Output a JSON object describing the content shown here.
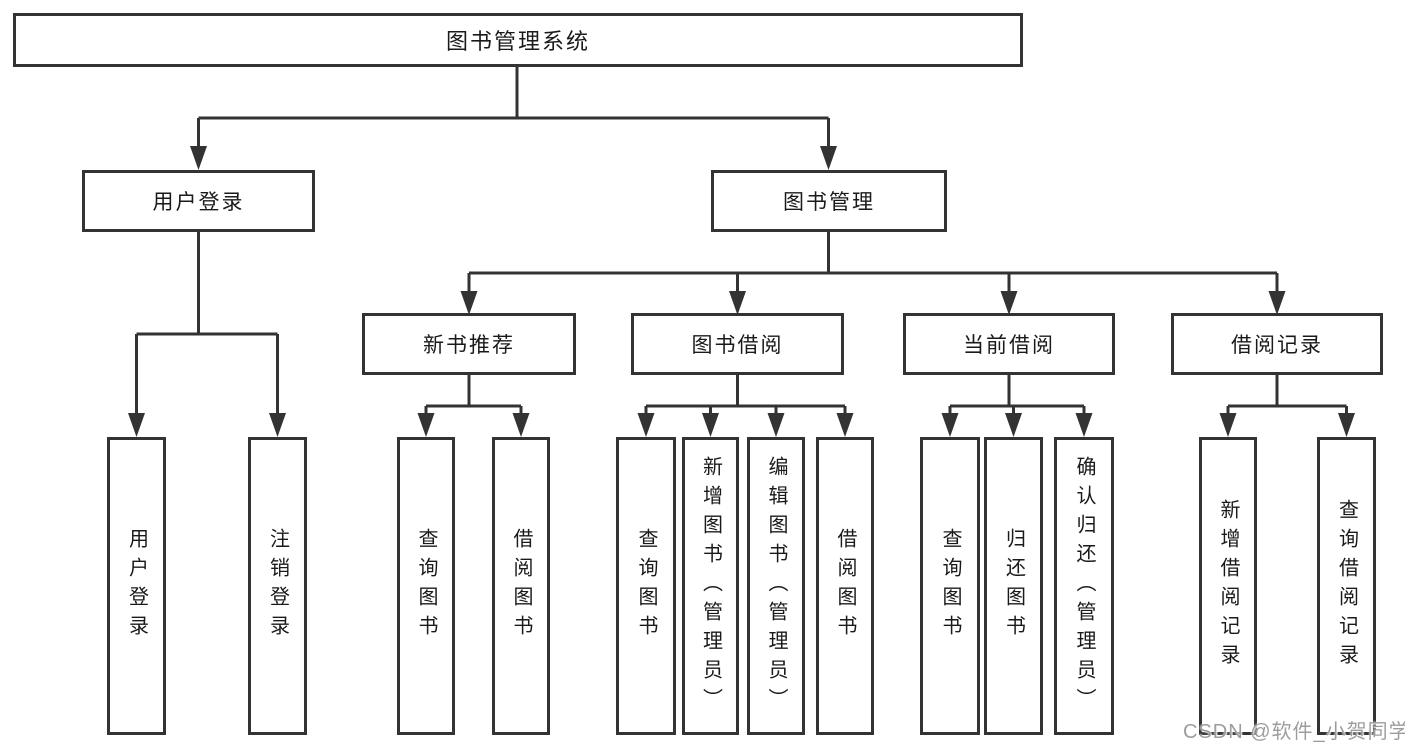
{
  "diagram": {
    "root": {
      "label": "图书管理系统"
    },
    "branches": [
      {
        "label": "用户登录",
        "children": [
          {
            "label": "用户登录"
          },
          {
            "label": "注销登录"
          }
        ]
      },
      {
        "label": "图书管理",
        "children": [
          {
            "label": "新书推荐",
            "children": [
              {
                "label": "查询图书"
              },
              {
                "label": "借阅图书"
              }
            ]
          },
          {
            "label": "图书借阅",
            "children": [
              {
                "label": "查询图书"
              },
              {
                "label": "新增图书（管理员）"
              },
              {
                "label": "编辑图书（管理员）"
              },
              {
                "label": "借阅图书"
              }
            ]
          },
          {
            "label": "当前借阅",
            "children": [
              {
                "label": "查询图书"
              },
              {
                "label": "归还图书"
              },
              {
                "label": "确认归还（管理员）"
              }
            ]
          },
          {
            "label": "借阅记录",
            "children": [
              {
                "label": "新增借阅记录"
              },
              {
                "label": "查询借阅记录"
              }
            ]
          }
        ]
      }
    ],
    "watermark": "CSDN @软件_小贺同学",
    "colors": {
      "line": "#333333",
      "text": "#1a1a1a",
      "background": "#ffffff",
      "watermark": "#9d9d9d"
    }
  }
}
